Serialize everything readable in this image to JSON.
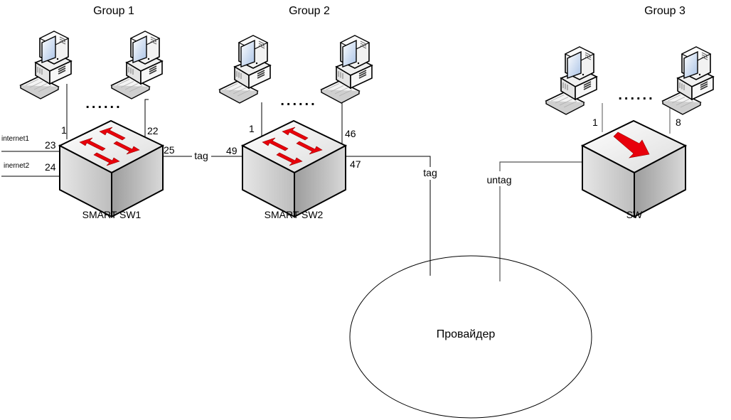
{
  "groups": [
    {
      "label": "Group 1"
    },
    {
      "label": "Group 2"
    },
    {
      "label": "Group 3"
    }
  ],
  "switches": [
    {
      "name": "SMART SW1",
      "type": "smart",
      "ports": {
        "left_pc": "1",
        "right_pc": "22",
        "uplink_in1": "23",
        "uplink_in2": "24",
        "trunk": "25"
      }
    },
    {
      "name": "SMART SW2",
      "type": "smart",
      "ports": {
        "left_pc": "1",
        "right_pc": "46",
        "trunk_in": "49",
        "provider": "47"
      }
    },
    {
      "name": "SW",
      "type": "unmanaged",
      "ports": {
        "left_pc": "1",
        "right_pc": "8"
      }
    }
  ],
  "links": {
    "sw1_sw2": "tag",
    "sw2_provider": "tag",
    "sw_provider": "untag"
  },
  "uplinks": {
    "internet1": "internet1",
    "internet2": "inernet2"
  },
  "ellipsis": "......",
  "cloud": {
    "label": "Провайдер"
  },
  "colors": {
    "arrow": "#e8000b",
    "line": "#000000",
    "switch_top": "#f2f2f2",
    "switch_side": "#c8c8c8"
  }
}
